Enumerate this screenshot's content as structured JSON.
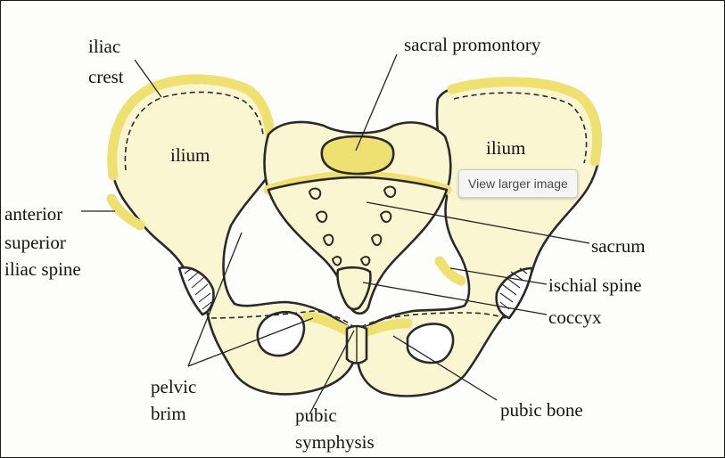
{
  "diagram": {
    "labels": {
      "iliac_crest_line1": "iliac",
      "iliac_crest_line2": "crest",
      "sacral_promontory": "sacral promontory",
      "ilium_left": "ilium",
      "ilium_right": "ilium",
      "asis_line1": "anterior",
      "asis_line2": "superior",
      "asis_line3": "iliac spine",
      "sacrum": "sacrum",
      "ischial_spine": "ischial spine",
      "coccyx": "coccyx",
      "pelvic_brim_line1": "pelvic",
      "pelvic_brim_line2": "brim",
      "pubic_symphysis_line1": "pubic",
      "pubic_symphysis_line2": "symphysis",
      "pubic_bone": "pubic bone"
    },
    "colors": {
      "bone_fill": "#fbf6d2",
      "highlight": "#efe072",
      "outline": "#2a2a2a"
    }
  },
  "tooltip": {
    "text": "View larger image"
  }
}
